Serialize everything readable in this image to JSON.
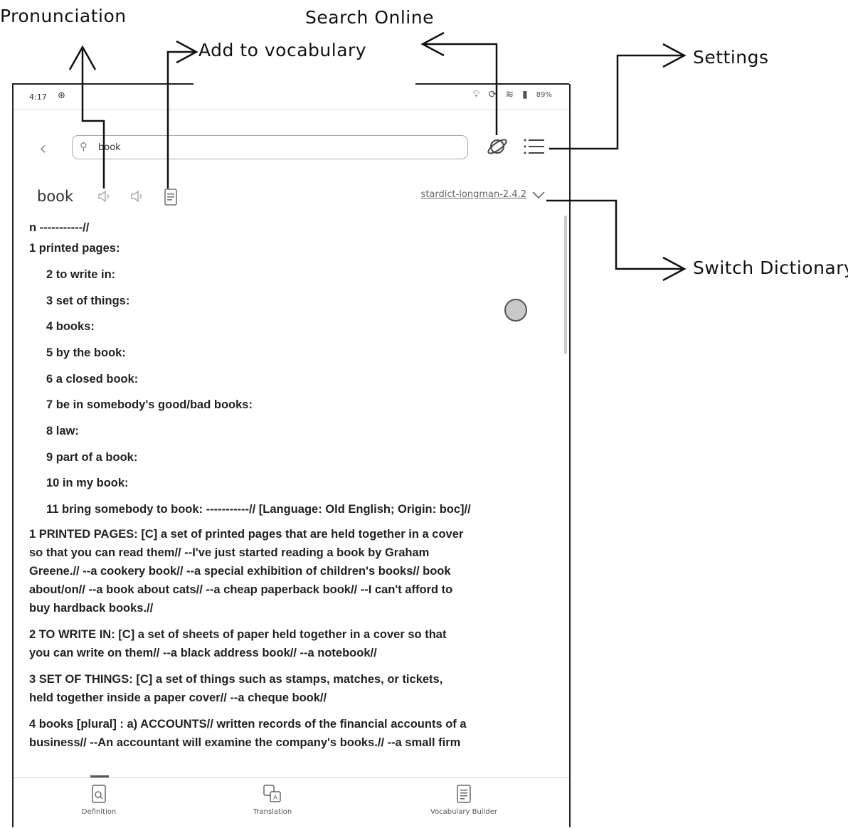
{
  "callouts": {
    "pronunciation": "Pronunciation",
    "add_vocab": "Add  to  vocabulary",
    "search_online": "Search  Online",
    "settings": "Settings",
    "switch_dict": "Switch  Dictionary"
  },
  "status": {
    "time": "4:17",
    "battery": "89%"
  },
  "search": {
    "value": "book"
  },
  "entry": {
    "word": "book",
    "dictionary": "stardict-longman-2.4.2"
  },
  "content": {
    "lines": [
      "n -----------//",
      "1 printed pages:",
      "2 to write in:",
      "3 set of things:",
      "4 books:",
      "5 by the book:",
      "6 a closed book:",
      "7 be in somebody's good/bad books:",
      "8 law:",
      "9 part of a book:",
      "10 in my book:",
      "11 bring somebody to book: -----------// [Language: Old English; Origin: boc]//"
    ],
    "paragraphs": [
      "   1 PRINTED PAGES: [C] a set of printed pages that are held together in a cover\nso that you can read them// --I've just started reading a book by Graham\nGreene.// --a cookery book// --a special exhibition of children's books// book\nabout/on// --a book about cats// --a cheap paperback book// --I can't afford to\nbuy hardback books.//",
      "   2 TO WRITE IN: [C] a set of sheets of paper held together in a cover so that\nyou can write on them// --a black address book// --a notebook//",
      "   3 SET OF THINGS: [C] a set of things such as stamps, matches, or tickets,\nheld together inside a paper cover// --a cheque book//",
      "   4 books [plural] : a) ACCOUNTS// written records of the financial accounts of a\nbusiness// --An accountant will examine the company's books.// --a small firm"
    ]
  },
  "tabs": [
    {
      "label": "Definition",
      "icon": "definition-icon"
    },
    {
      "label": "Translation",
      "icon": "translation-icon"
    },
    {
      "label": "Vocabulary Builder",
      "icon": "vocabulary-builder-icon"
    }
  ]
}
